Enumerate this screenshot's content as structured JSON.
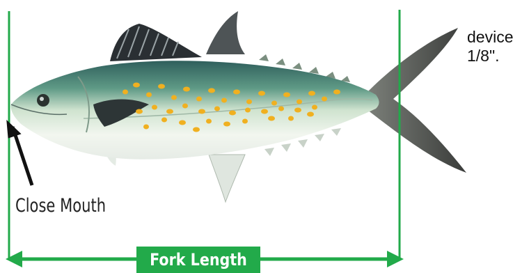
{
  "diagram": {
    "side_text": [
      "device",
      "1/8\"."
    ],
    "mouth_label": "Close Mouth",
    "fork_label": "Fork Length",
    "colors": {
      "measure_green": "#22aa4a",
      "spot_yellow": "#f0b020",
      "arrow_black": "#111111",
      "fin_dark": "#2a2f33"
    }
  }
}
